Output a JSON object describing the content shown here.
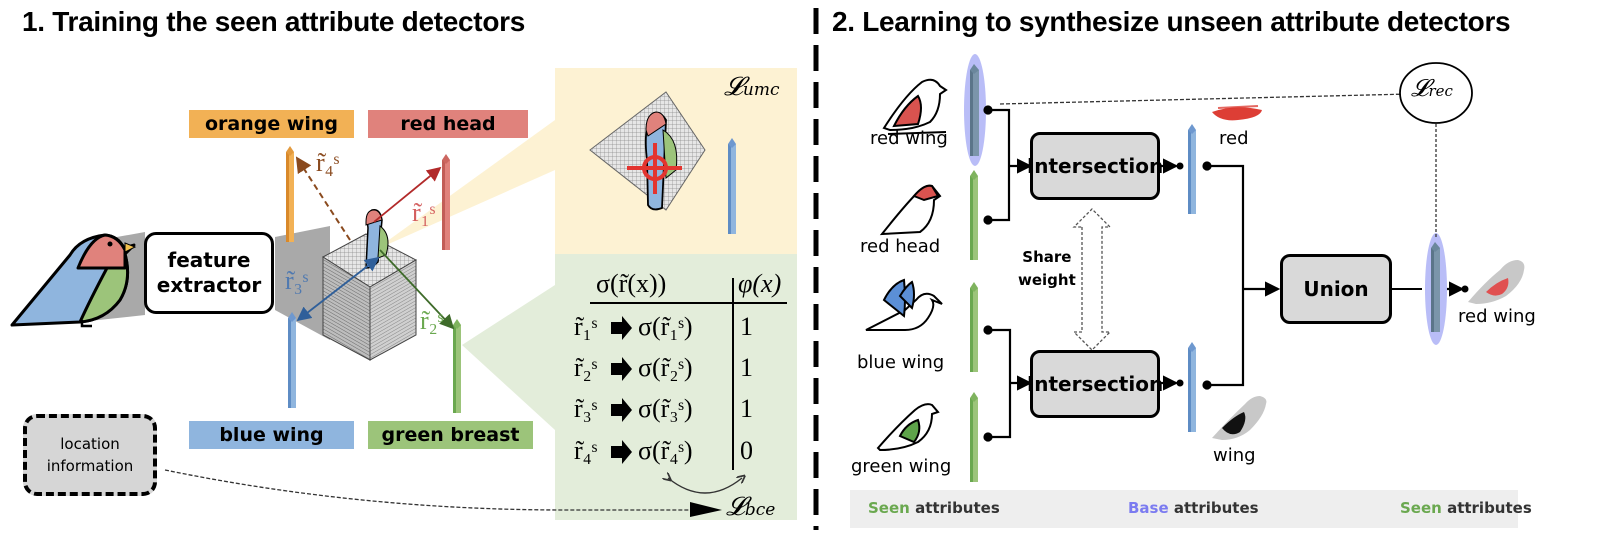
{
  "panel1": {
    "title": "1. Training the seen attribute detectors",
    "feature_extractor": {
      "line1": "feature",
      "line2": "extractor"
    },
    "attributes": [
      {
        "label": "orange wing",
        "color": "#f2b155",
        "vector": "r̃₄ˢ",
        "vector_color": "#8a4a1e",
        "link_style": "dashed"
      },
      {
        "label": "red head",
        "color": "#e0827c",
        "vector": "r̃₁ˢ",
        "vector_color": "#d45f5f",
        "link_style": "solid"
      },
      {
        "label": "blue wing",
        "color": "#8fb5de",
        "vector": "r̃₃ˢ",
        "vector_color": "#4f79b0",
        "link_style": "solid"
      },
      {
        "label": "green breast",
        "color": "#9cc47a",
        "vector": "r̃₂ˢ",
        "vector_color": "#6aa84f",
        "link_style": "solid"
      }
    ],
    "location_box": {
      "line1": "location",
      "line2": "information"
    },
    "umc_panel": {
      "loss_label": "𝓛",
      "loss_sub": "umc",
      "bg": "#fdf2d3"
    },
    "bce_panel": {
      "bg": "#e3edda",
      "header_left": "σ(r̃(x))",
      "header_right": "φ(x)",
      "rows": [
        {
          "input": "r̃₁ˢ",
          "output": "σ(r̃₁ˢ)",
          "phi": "1"
        },
        {
          "input": "r̃₂ˢ",
          "output": "σ(r̃₂ˢ)",
          "phi": "1"
        },
        {
          "input": "r̃₃ˢ",
          "output": "σ(r̃₃ˢ)",
          "phi": "1"
        },
        {
          "input": "r̃₄ˢ",
          "output": "σ(r̃₄ˢ)",
          "phi": "0"
        }
      ],
      "loss_label": "𝓛",
      "loss_sub": "bce"
    }
  },
  "panel2": {
    "title": "2. Learning to synthesize unseen attribute detectors",
    "inputs": [
      {
        "label": "red wing",
        "highlight": true
      },
      {
        "label": "red head",
        "highlight": false
      },
      {
        "label": "blue wing",
        "highlight": false
      },
      {
        "label": "green wing",
        "highlight": false
      }
    ],
    "intersection_label": "Intersection",
    "share_weight": {
      "line1": "Share",
      "line2": "weight"
    },
    "base_outputs": [
      {
        "label": "red"
      },
      {
        "label": "wing"
      }
    ],
    "union_label": "Union",
    "output_label": "red wing",
    "rec_loss": {
      "label": "𝓛",
      "sub": "rec"
    },
    "legend": [
      {
        "key": "Seen",
        "rest": " attributes",
        "key_color": "#6aa84f"
      },
      {
        "key": "Base",
        "rest": " attributes",
        "key_color": "#7b7bf0"
      },
      {
        "key": "Seen",
        "rest": " attributes",
        "key_color": "#6aa84f"
      }
    ]
  }
}
